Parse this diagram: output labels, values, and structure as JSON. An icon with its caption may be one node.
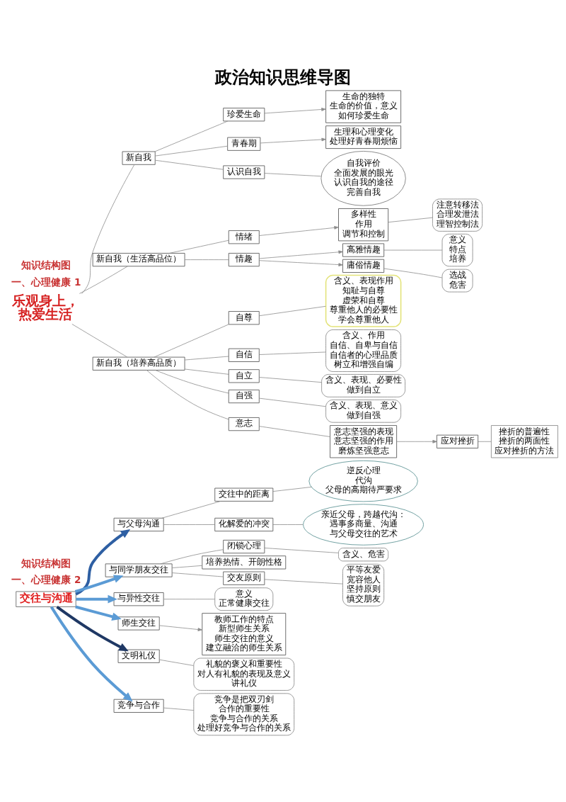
{
  "diagram": {
    "title": "政治知识思维导图",
    "nodes": [
      {
        "text": [
          "乐观身上，热爱生活"
        ]
      },
      {
        "text": [
          "新自我"
        ]
      },
      {
        "text": [
          "珍爱生命"
        ]
      },
      {
        "text": [
          "生命的独特",
          "生命的价值，意义",
          "如何珍爱生命"
        ]
      },
      {
        "text": [
          "青春期"
        ]
      },
      {
        "text": [
          "生理和心理变化",
          "处理好青春期烦恼"
        ]
      },
      {
        "text": [
          "自我评价",
          "全面发展的眼光",
          "认识自我的途径",
          "完善自我"
        ]
      },
      {
        "text": [
          "认识自我"
        ]
      },
      {
        "text": [
          "注意转移法",
          "合理发泄法",
          "理智控制法"
        ]
      },
      {
        "text": [
          "新自我（生活高品位）"
        ]
      },
      {
        "text": [
          "情绪"
        ]
      },
      {
        "text": [
          "多样性",
          "作用",
          "调节和控制"
        ]
      },
      {
        "text": [
          "意义",
          "特点",
          "培养"
        ]
      },
      {
        "text": [
          "情趣"
        ]
      },
      {
        "text": [
          "高雅情趣"
        ]
      },
      {
        "text": [
          "庸俗情趣"
        ]
      },
      {
        "text": [
          "选战",
          "危害"
        ]
      },
      {
        "text": [
          "含义、表现作用",
          "知耻与自尊",
          "虚荣和自尊",
          "尊重他人的必要性",
          "学会尊重他人"
        ]
      },
      {
        "text": [
          "自尊"
        ]
      },
      {
        "text": [
          "自信"
        ]
      },
      {
        "text": [
          "含义、作用",
          "自信、自卑与自信",
          "自信者的心理品质",
          "树立和增强自编"
        ]
      },
      {
        "text": [
          "新自我（培养高品质）"
        ]
      },
      {
        "text": [
          "自立"
        ]
      },
      {
        "text": [
          "含义、表现、必要性",
          "做到自立"
        ]
      },
      {
        "text": [
          "含义、表现、意义",
          "做到自强"
        ]
      },
      {
        "text": [
          "自强"
        ]
      },
      {
        "text": [
          "意志"
        ]
      },
      {
        "text": [
          "意志坚强的表现",
          "意志坚强的作用",
          "磨炼坚强意志"
        ]
      },
      {
        "text": [
          "应对挫折"
        ]
      },
      {
        "text": [
          "挫折的普遍性",
          "挫折的两面性",
          "应对挫折的方法"
        ]
      },
      {
        "text": [
          "亲近父母，跨越代沟：遇事多商量、沟通",
          "与父母交往的艺术"
        ]
      },
      {
        "text": [
          "逆反心理",
          "代沟",
          "父母的高期待严要求"
        ]
      },
      {
        "text": [
          "交往中的距离"
        ]
      },
      {
        "text": [
          "化解爱的冲突"
        ]
      },
      {
        "text": [
          "含义、危害"
        ]
      },
      {
        "text": [
          "闭锁心理"
        ]
      },
      {
        "text": [
          "与父母沟通"
        ]
      },
      {
        "text": [
          "与同学朋友交往"
        ]
      },
      {
        "text": [
          "培养热情、开朗性格"
        ]
      },
      {
        "text": [
          "平等友爱",
          "宽容他人",
          "坚持原则",
          "慎交朋友"
        ]
      },
      {
        "text": [
          "交友原则"
        ]
      },
      {
        "text": [
          "意义",
          "正常健康交往"
        ]
      },
      {
        "text": [
          "与异性交往"
        ]
      },
      {
        "text": [
          "交往与沟通"
        ]
      },
      {
        "text": [
          "师生交往"
        ]
      },
      {
        "text": [
          "教师工作的特点",
          "新型师生关系",
          "师生交往的意义",
          "建立融洽的师生关系"
        ]
      },
      {
        "text": [
          "文明礼仪"
        ]
      },
      {
        "text": [
          "竞争与合作"
        ]
      },
      {
        "text": [
          "礼貌的褒义和重要性",
          "对人有礼貌的表现及意义",
          "讲礼仪"
        ]
      },
      {
        "text": [
          "竞争是把双刃剑",
          "合作的重要性",
          "竞争与合作的关系",
          "处理好竞争与合作的关系"
        ]
      }
    ],
    "edges": [
      {
        "from": 0,
        "to": 1,
        "arrow": "none"
      },
      {
        "from": 0,
        "to": 9,
        "arrow": "none"
      },
      {
        "from": 0,
        "to": 21,
        "arrow": "none"
      },
      {
        "from": 1,
        "to": 2,
        "arrow": "none"
      },
      {
        "from": 1,
        "to": 4,
        "arrow": "none"
      },
      {
        "from": 1,
        "to": 7,
        "arrow": "none"
      },
      {
        "from": 2,
        "to": 3,
        "arrow": "to"
      },
      {
        "from": 4,
        "to": 5,
        "arrow": "to"
      },
      {
        "from": 7,
        "to": 6,
        "arrow": "none"
      },
      {
        "from": 9,
        "to": 10,
        "arrow": "none"
      },
      {
        "from": 9,
        "to": 13,
        "arrow": "none"
      },
      {
        "from": 10,
        "to": 11,
        "arrow": "to"
      },
      {
        "from": 11,
        "to": 8,
        "arrow": "none"
      },
      {
        "from": 13,
        "to": 14,
        "arrow": "to"
      },
      {
        "from": 13,
        "to": 15,
        "arrow": "to"
      },
      {
        "from": 14,
        "to": 12,
        "arrow": "none"
      },
      {
        "from": 15,
        "to": 16,
        "arrow": "none"
      },
      {
        "from": 21,
        "to": 18,
        "arrow": "none"
      },
      {
        "from": 21,
        "to": 19,
        "arrow": "none"
      },
      {
        "from": 21,
        "to": 22,
        "arrow": "none"
      },
      {
        "from": 21,
        "to": 25,
        "arrow": "none"
      },
      {
        "from": 21,
        "to": 26,
        "arrow": "none"
      },
      {
        "from": 18,
        "to": 17,
        "arrow": "none"
      },
      {
        "from": 19,
        "to": 20,
        "arrow": "none"
      },
      {
        "from": 22,
        "to": 23,
        "arrow": "none"
      },
      {
        "from": 25,
        "to": 24,
        "arrow": "none"
      },
      {
        "from": 26,
        "to": 27,
        "arrow": "none"
      },
      {
        "from": 27,
        "to": 28,
        "arrow": "to"
      },
      {
        "from": 28,
        "to": 29,
        "arrow": "none"
      },
      {
        "from": 43,
        "to": 36,
        "arrow": "to",
        "style": "thick",
        "color": "#2e5fa3"
      },
      {
        "from": 43,
        "to": 37,
        "arrow": "to",
        "style": "thick",
        "color": "#5b9bd5"
      },
      {
        "from": 43,
        "to": 42,
        "arrow": "to",
        "style": "thick",
        "color": "#5b9bd5"
      },
      {
        "from": 43,
        "to": 44,
        "arrow": "to",
        "style": "thick",
        "color": "#5b9bd5"
      },
      {
        "from": 43,
        "to": 46,
        "arrow": "to",
        "style": "thick",
        "color": "#1f3864"
      },
      {
        "from": 43,
        "to": 47,
        "arrow": "to",
        "style": "thick",
        "color": "#5b9bd5"
      },
      {
        "from": 36,
        "to": 32,
        "arrow": "none"
      },
      {
        "from": 36,
        "to": 33,
        "arrow": "none"
      },
      {
        "from": 32,
        "to": 31,
        "arrow": "none"
      },
      {
        "from": 33,
        "to": 30,
        "arrow": "none"
      },
      {
        "from": 37,
        "to": 35,
        "arrow": "none"
      },
      {
        "from": 37,
        "to": 38,
        "arrow": "none"
      },
      {
        "from": 37,
        "to": 40,
        "arrow": "none"
      },
      {
        "from": 35,
        "to": 34,
        "arrow": "none"
      },
      {
        "from": 40,
        "to": 39,
        "arrow": "none"
      },
      {
        "from": 42,
        "to": 41,
        "arrow": "none"
      },
      {
        "from": 44,
        "to": 45,
        "arrow": "to"
      },
      {
        "from": 46,
        "to": 48,
        "arrow": "none"
      },
      {
        "from": 47,
        "to": 49,
        "arrow": "none"
      }
    ],
    "labels": [
      "知识结构图",
      "一、心理健康 1",
      "知识结构图",
      "一、心理健康 2"
    ]
  }
}
